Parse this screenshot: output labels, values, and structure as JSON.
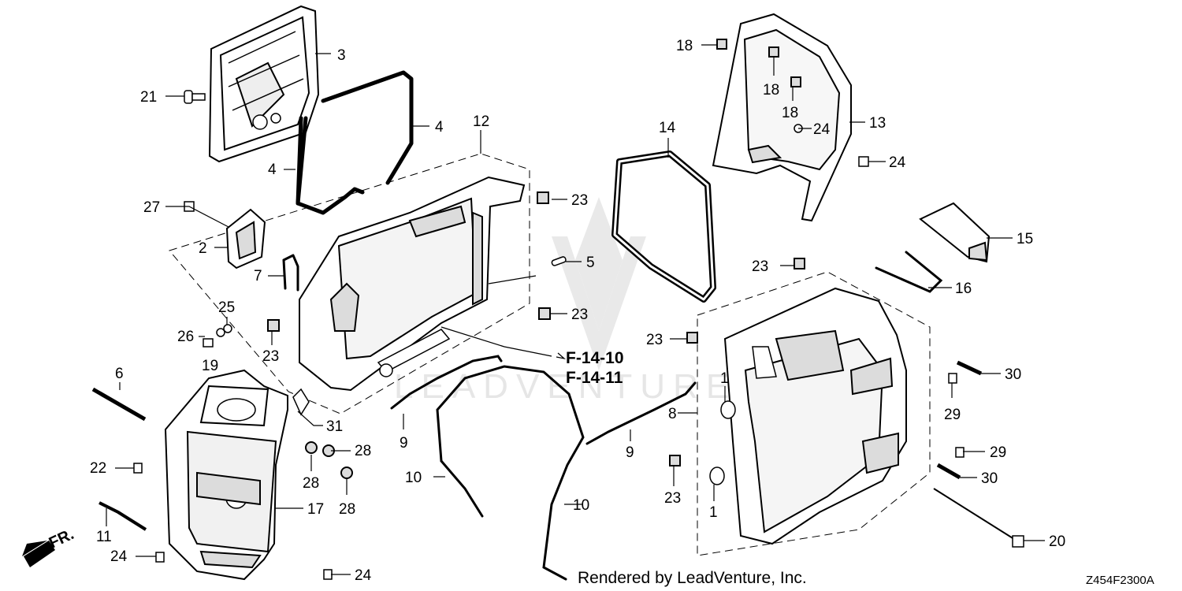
{
  "diagram": {
    "callouts": [
      {
        "id": "c3",
        "text": "3"
      },
      {
        "id": "c21",
        "text": "21"
      },
      {
        "id": "c4a",
        "text": "4"
      },
      {
        "id": "c4b",
        "text": "4"
      },
      {
        "id": "c12",
        "text": "12"
      },
      {
        "id": "c27",
        "text": "27"
      },
      {
        "id": "c2",
        "text": "2"
      },
      {
        "id": "c7",
        "text": "7"
      },
      {
        "id": "c23a",
        "text": "23"
      },
      {
        "id": "c5",
        "text": "5"
      },
      {
        "id": "c23b",
        "text": "23"
      },
      {
        "id": "c25",
        "text": "25"
      },
      {
        "id": "c26",
        "text": "26"
      },
      {
        "id": "c19",
        "text": "19"
      },
      {
        "id": "c23c",
        "text": "23"
      },
      {
        "id": "c6",
        "text": "6"
      },
      {
        "id": "c31",
        "text": "31"
      },
      {
        "id": "c22",
        "text": "22"
      },
      {
        "id": "c28a",
        "text": "28"
      },
      {
        "id": "c28b",
        "text": "28"
      },
      {
        "id": "c28c",
        "text": "28"
      },
      {
        "id": "c17",
        "text": "17"
      },
      {
        "id": "c11",
        "text": "11"
      },
      {
        "id": "c24a",
        "text": "24"
      },
      {
        "id": "c24b",
        "text": "24"
      },
      {
        "id": "c9a",
        "text": "9"
      },
      {
        "id": "c10a",
        "text": "10"
      },
      {
        "id": "c10b",
        "text": "10"
      },
      {
        "id": "c9b",
        "text": "9"
      },
      {
        "id": "c14",
        "text": "14"
      },
      {
        "id": "c18a",
        "text": "18"
      },
      {
        "id": "c18b",
        "text": "18"
      },
      {
        "id": "c18c",
        "text": "18"
      },
      {
        "id": "c24c",
        "text": "24"
      },
      {
        "id": "c13",
        "text": "13"
      },
      {
        "id": "c24d",
        "text": "24"
      },
      {
        "id": "c15",
        "text": "15"
      },
      {
        "id": "c16",
        "text": "16"
      },
      {
        "id": "c23d",
        "text": "23"
      },
      {
        "id": "c23e",
        "text": "23"
      },
      {
        "id": "c1a",
        "text": "1"
      },
      {
        "id": "c8",
        "text": "8"
      },
      {
        "id": "c30a",
        "text": "30"
      },
      {
        "id": "c29a",
        "text": "29"
      },
      {
        "id": "c29b",
        "text": "29"
      },
      {
        "id": "c30b",
        "text": "30"
      },
      {
        "id": "c23f",
        "text": "23"
      },
      {
        "id": "c1b",
        "text": "1"
      },
      {
        "id": "c20",
        "text": "20"
      }
    ],
    "refs": [
      "F-14-10",
      "F-14-11"
    ],
    "front_marker": "FR.",
    "credit": "Rendered by LeadVenture, Inc.",
    "code": "Z454F2300A",
    "watermark": "LEADVENTURE"
  }
}
